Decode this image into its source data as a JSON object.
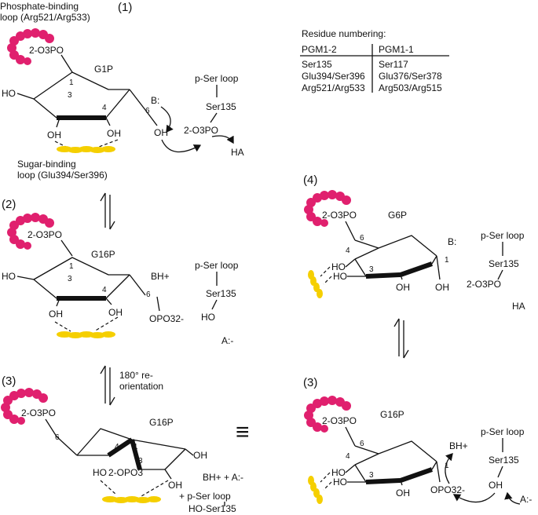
{
  "colors": {
    "phosphate_loop": "#E0206E",
    "sugar_loop": "#F5CF00",
    "ink": "#111111"
  },
  "panel1": {
    "step": "(1)",
    "phos_loop_label_1": "Phosphate-binding",
    "phos_loop_label_2": "loop (Arg521/Arg533)",
    "opo3": "2-O3PO",
    "sugar": "G1P",
    "oh_c2": "HO",
    "oh_c3": "OH",
    "oh_c4": "OH",
    "oh_c6": "OH",
    "base": "B:",
    "pser_loop": "p-Ser loop",
    "ser": "Ser135",
    "phos": "2-O3PO",
    "acid": "HA",
    "sugar_loop_label_1": "Sugar-binding",
    "sugar_loop_label_2": "loop (Glu394/Ser396)",
    "n1": "1",
    "n3": "3",
    "n4": "4",
    "n6": "6"
  },
  "panel2": {
    "step": "(2)",
    "opo3": "2-O3PO",
    "sugar": "G16P",
    "base": "BH+",
    "oh_c2": "HO",
    "oh_c3": "OH",
    "oh_c4": "OH",
    "opo3_c6": "OPO32-",
    "pser_loop": "p-Ser loop",
    "ser": "Ser135",
    "ser_oh": "HO",
    "acid": "A:-",
    "n1": "1",
    "n3": "3",
    "n4": "4",
    "n6": "6"
  },
  "reorientation": {
    "line1": "180° re-",
    "line2": "orientation"
  },
  "panel3a": {
    "step": "(3)",
    "opo3": "2-O3PO",
    "sugar": "G16P",
    "oh_a": "OH",
    "oh_b": "OH",
    "oh_c": "HO",
    "opo3_mid": "2-OPO3",
    "bh_a": "BH+ + A:-",
    "pser_loop": "+ p-Ser loop",
    "ser": "HO-Ser135",
    "n1": "1",
    "n3": "3",
    "n4": "4",
    "n6": "6"
  },
  "equivalent": "≡",
  "table": {
    "title": "Residue numbering:",
    "headers": [
      "PGM1-2",
      "PGM1-1"
    ],
    "rows": [
      [
        "Ser135",
        "Ser117"
      ],
      [
        "Glu394/Ser396",
        "Glu376/Ser378"
      ],
      [
        "Arg521/Arg533",
        "Arg503/Arg515"
      ]
    ]
  },
  "panel4": {
    "step": "(4)",
    "opo3": "2-O3PO",
    "sugar": "G6P",
    "base": "B:",
    "ho_c4": "HO",
    "ho_c3": "HO",
    "oh_c2": "OH",
    "oh_c1": "OH",
    "pser_loop": "p-Ser loop",
    "ser": "Ser135",
    "phos": "2-O3PO",
    "acid": "HA",
    "n1": "1",
    "n3": "3",
    "n4": "4",
    "n6": "6"
  },
  "panel3b": {
    "step": "(3)",
    "opo3": "2-O3PO",
    "sugar": "G16P",
    "base": "BH+",
    "ho_c4": "HO",
    "ho_c3": "HO",
    "oh_c2": "OH",
    "opo3_c1": "OPO32-",
    "pser_loop": "p-Ser loop",
    "ser": "Ser135",
    "ser_oh": "OH",
    "acid": "A:-",
    "n1": "1",
    "n3": "3",
    "n4": "4",
    "n6": "6"
  }
}
